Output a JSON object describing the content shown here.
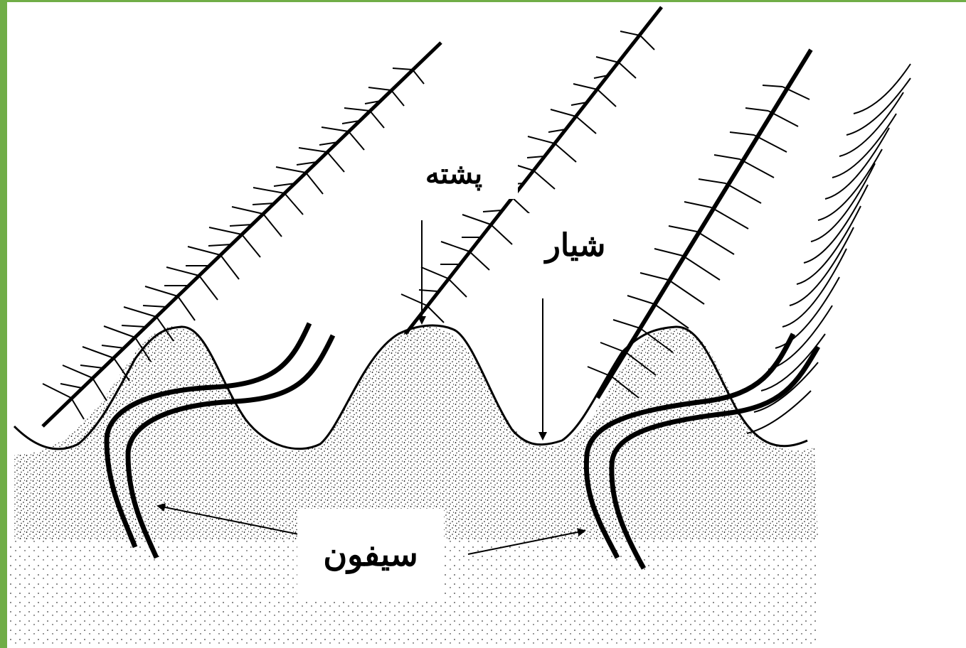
{
  "labels": {
    "ridge": "پشته",
    "furrow": "شیار",
    "siphon": "سیفون"
  },
  "colors": {
    "border": "#70ad47",
    "ink": "#000000",
    "background": "#ffffff"
  }
}
